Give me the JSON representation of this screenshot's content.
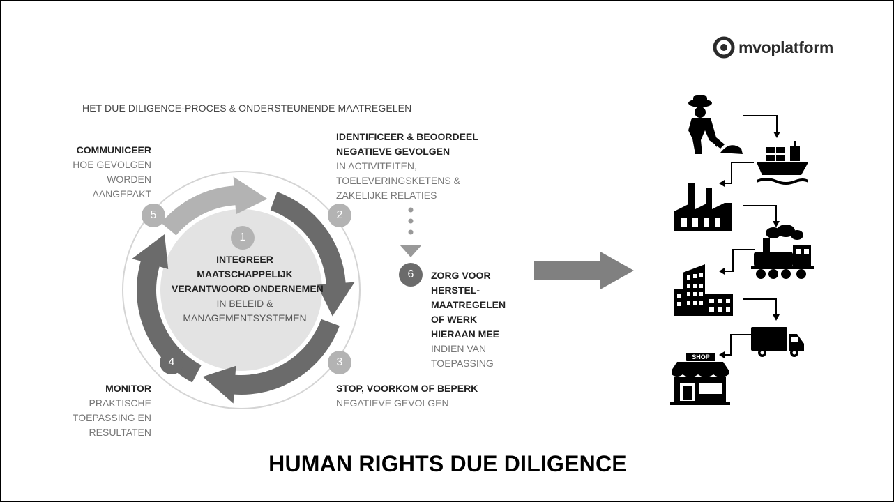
{
  "brand": {
    "name": "mvoplatform"
  },
  "heading": "HET DUE DILIGENCE-PROCES & ONDERSTEUNENDE MAATREGELEN",
  "center": {
    "number": "1",
    "bold": [
      "INTEGREER",
      "MAATSCHAPPELIJK",
      "VERANTWOORD ONDERNEMEN"
    ],
    "normal": [
      "IN BELEID &",
      "MANAGEMENTSYSTEMEN"
    ]
  },
  "steps": {
    "s2": {
      "number": "2",
      "bold": [
        "IDENTIFICEER & BEOORDEEL",
        "NEGATIEVE GEVOLGEN"
      ],
      "normal": [
        "IN ACTIVITEITEN,",
        "TOELEVERINGSKETENS &",
        "ZAKELIJKE RELATIES"
      ]
    },
    "s3": {
      "number": "3",
      "bold": [
        "STOP, VOORKOM OF BEPERK"
      ],
      "normal": [
        "NEGATIEVE GEVOLGEN"
      ]
    },
    "s4": {
      "number": "4",
      "bold": [
        "MONITOR"
      ],
      "normal": [
        "PRAKTISCHE",
        "TOEPASSING EN",
        "RESULTATEN"
      ]
    },
    "s5": {
      "number": "5",
      "bold": [
        "COMMUNICEER"
      ],
      "normal": [
        "HOE GEVOLGEN",
        "WORDEN",
        "AANGEPAKT"
      ]
    },
    "s6": {
      "number": "6",
      "bold": [
        "ZORG VOOR",
        "HERSTEL-",
        "MAATREGELEN",
        "OF WERK",
        "HIERAAN MEE"
      ],
      "normal": [
        "INDIEN VAN",
        "TOEPASSING"
      ]
    }
  },
  "supply_chain_icons": [
    "miner-icon",
    "cargo-ship-icon",
    "factory-icon",
    "steam-train-icon",
    "office-building-icon",
    "delivery-truck-icon",
    "shop-icon"
  ],
  "shop_sign": "SHOP",
  "footer_title": "HUMAN RIGHTS DUE DILIGENCE",
  "colors": {
    "ring_light": "#b3b3b3",
    "ring_dark": "#6b6b6b",
    "arrow": "#808080",
    "core": "#e3e3e3"
  }
}
